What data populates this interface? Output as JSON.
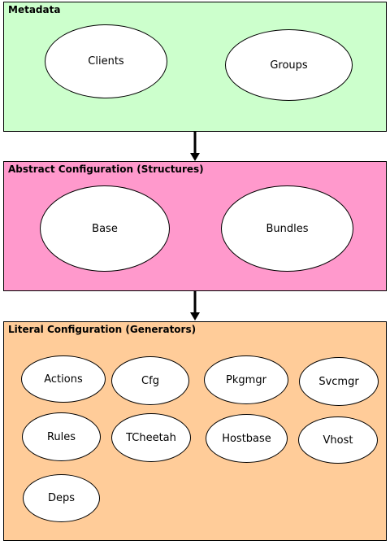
{
  "colors": {
    "metadata_fill": "#ccffcc",
    "abstract_fill": "#ff99cc",
    "literal_fill": "#ffcc99",
    "oval_fill": "#ffffff",
    "line": "#000000"
  },
  "metadata": {
    "title": "Metadata",
    "nodes": [
      "Clients",
      "Groups"
    ]
  },
  "abstract": {
    "title": "Abstract Configuration (Structures)",
    "nodes": [
      "Base",
      "Bundles"
    ]
  },
  "literal": {
    "title": "Literal Configuration (Generators)",
    "nodes": [
      "Actions",
      "Cfg",
      "Pkgmgr",
      "Svcmgr",
      "Rules",
      "TCheetah",
      "Hostbase",
      "Vhost",
      "Deps"
    ]
  }
}
